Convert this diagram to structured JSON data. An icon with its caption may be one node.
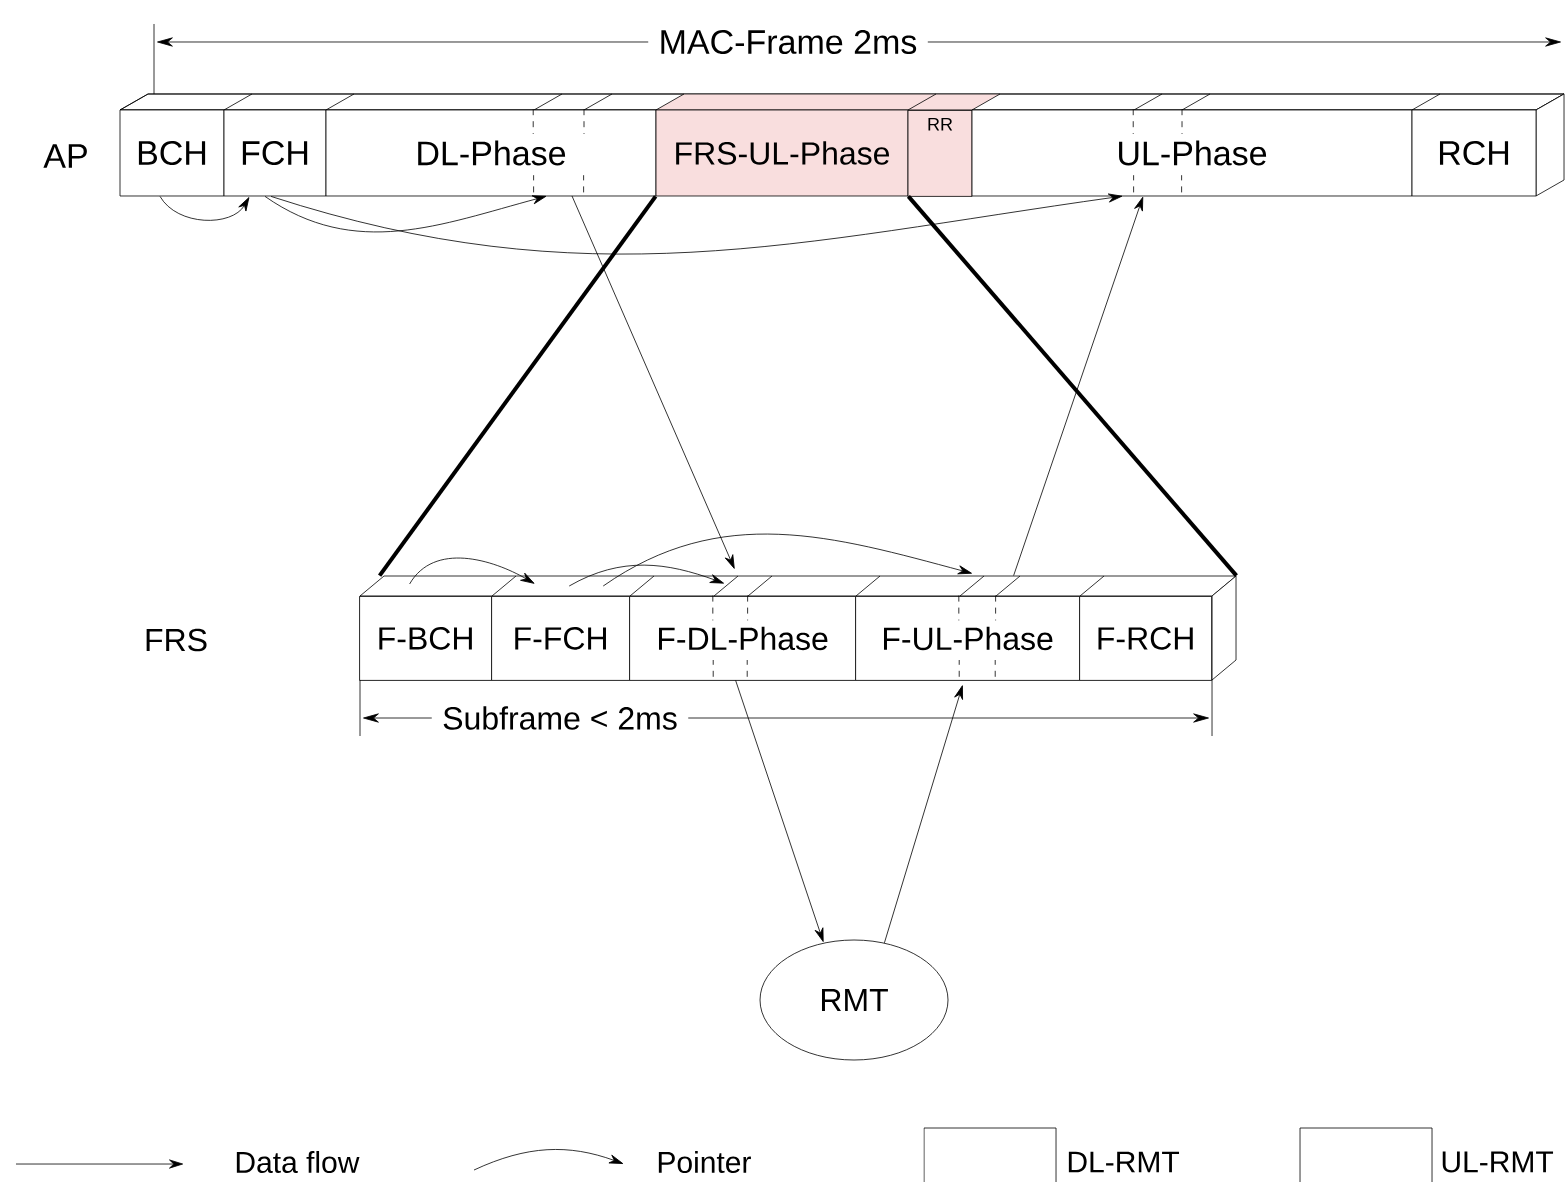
{
  "diagram": {
    "nodes": [
      {
        "text": [
          "BCH"
        ]
      },
      {
        "text": [
          "FCH"
        ]
      },
      {
        "text": [
          "DL-Phase"
        ]
      },
      {
        "text": [],
        "shape": "box",
        "in": 2
      },
      {
        "text": [
          "FRS-UL-Phase"
        ]
      },
      {
        "text": [
          "RR"
        ]
      },
      {
        "text": [
          "UL-Phase"
        ]
      },
      {
        "text": [],
        "shape": "box",
        "in": 6
      },
      {
        "text": [
          "RCH"
        ]
      },
      {
        "text": [],
        "shape": "bar"
      },
      {
        "text": [
          "F-BCH"
        ],
        "in": 9
      },
      {
        "text": [
          "F-FCH"
        ],
        "in": 9
      },
      {
        "text": [
          "F-DL-Phase"
        ],
        "in": 9
      },
      {
        "text": [],
        "shape": "box",
        "in": 12
      },
      {
        "text": [
          "F-UL-Phase"
        ],
        "in": 9
      },
      {
        "text": [],
        "shape": "box",
        "in": 14
      },
      {
        "text": [
          "F-RCH"
        ],
        "in": 9
      },
      {
        "text": [
          "RMT"
        ]
      }
    ],
    "edges": [
      {
        "from": 0,
        "to": 1,
        "arrow": "to"
      },
      {
        "from": 1,
        "to": 3,
        "arrow": "to"
      },
      {
        "from": 1,
        "to": 7,
        "arrow": "to"
      },
      {
        "from": 3,
        "to": 13,
        "arrow": "to"
      },
      {
        "from": 15,
        "to": 7,
        "arrow": "to"
      },
      {
        "from": 10,
        "to": 11,
        "arrow": "to"
      },
      {
        "from": 11,
        "to": 13,
        "arrow": "to"
      },
      {
        "from": 11,
        "to": 15,
        "arrow": "to"
      },
      {
        "from": 13,
        "to": 17,
        "arrow": "to"
      },
      {
        "from": 17,
        "to": 15,
        "arrow": "to"
      },
      {
        "from": 4,
        "to": 9,
        "arrow": "none",
        "style": "thick"
      },
      {
        "from": 4,
        "to": 9,
        "arrow": "none",
        "style": "thick"
      }
    ],
    "labels": [
      "MAC-Frame 2ms",
      "AP",
      "FRS",
      "Subframe < 2ms"
    ],
    "legend": [
      {
        "text": "Data flow"
      },
      {
        "text": "Pointer"
      },
      {
        "text": "DL-RMT"
      },
      {
        "text": "UL-RMT"
      }
    ]
  }
}
